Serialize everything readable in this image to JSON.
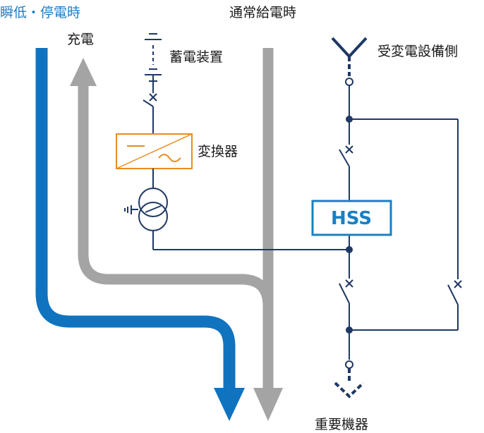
{
  "labels": {
    "instant_outage": "瞬低・停電時",
    "normal_power": "通常給電時",
    "charging": "充電",
    "storage": "蓄電装置",
    "converter": "変換器",
    "hss": "HSS",
    "receiving": "受変電設備側",
    "critical_load": "重要機器"
  },
  "colors": {
    "outage_arrow": "#0f73c0",
    "normal_arrow": "#a4a4a4",
    "wire": "#1f3864",
    "converter": "#e88c1d",
    "hss_border": "#1a7fc1"
  }
}
